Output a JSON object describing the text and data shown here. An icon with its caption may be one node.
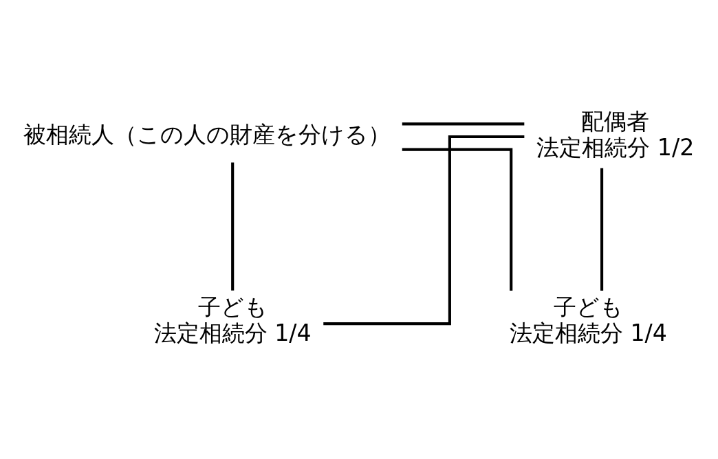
{
  "diagram": {
    "nodes": [
      {
        "text": [
          "被相続人（この人の財産を分ける）"
        ]
      },
      {
        "text": [
          "配偶者",
          "法定相続分 1/2"
        ]
      },
      {
        "text": [
          "子ども",
          "法定相続分 1/4"
        ]
      },
      {
        "text": [
          "子ども",
          "法定相続分 1/4"
        ]
      }
    ],
    "edges": [
      {
        "from": 0,
        "to": 1,
        "arrow": "none"
      },
      {
        "from": 0,
        "to": 2,
        "arrow": "none"
      },
      {
        "from": 0,
        "to": 3,
        "arrow": "none"
      },
      {
        "from": 1,
        "to": 2,
        "arrow": "none"
      },
      {
        "from": 1,
        "to": 3,
        "arrow": "none"
      }
    ]
  }
}
